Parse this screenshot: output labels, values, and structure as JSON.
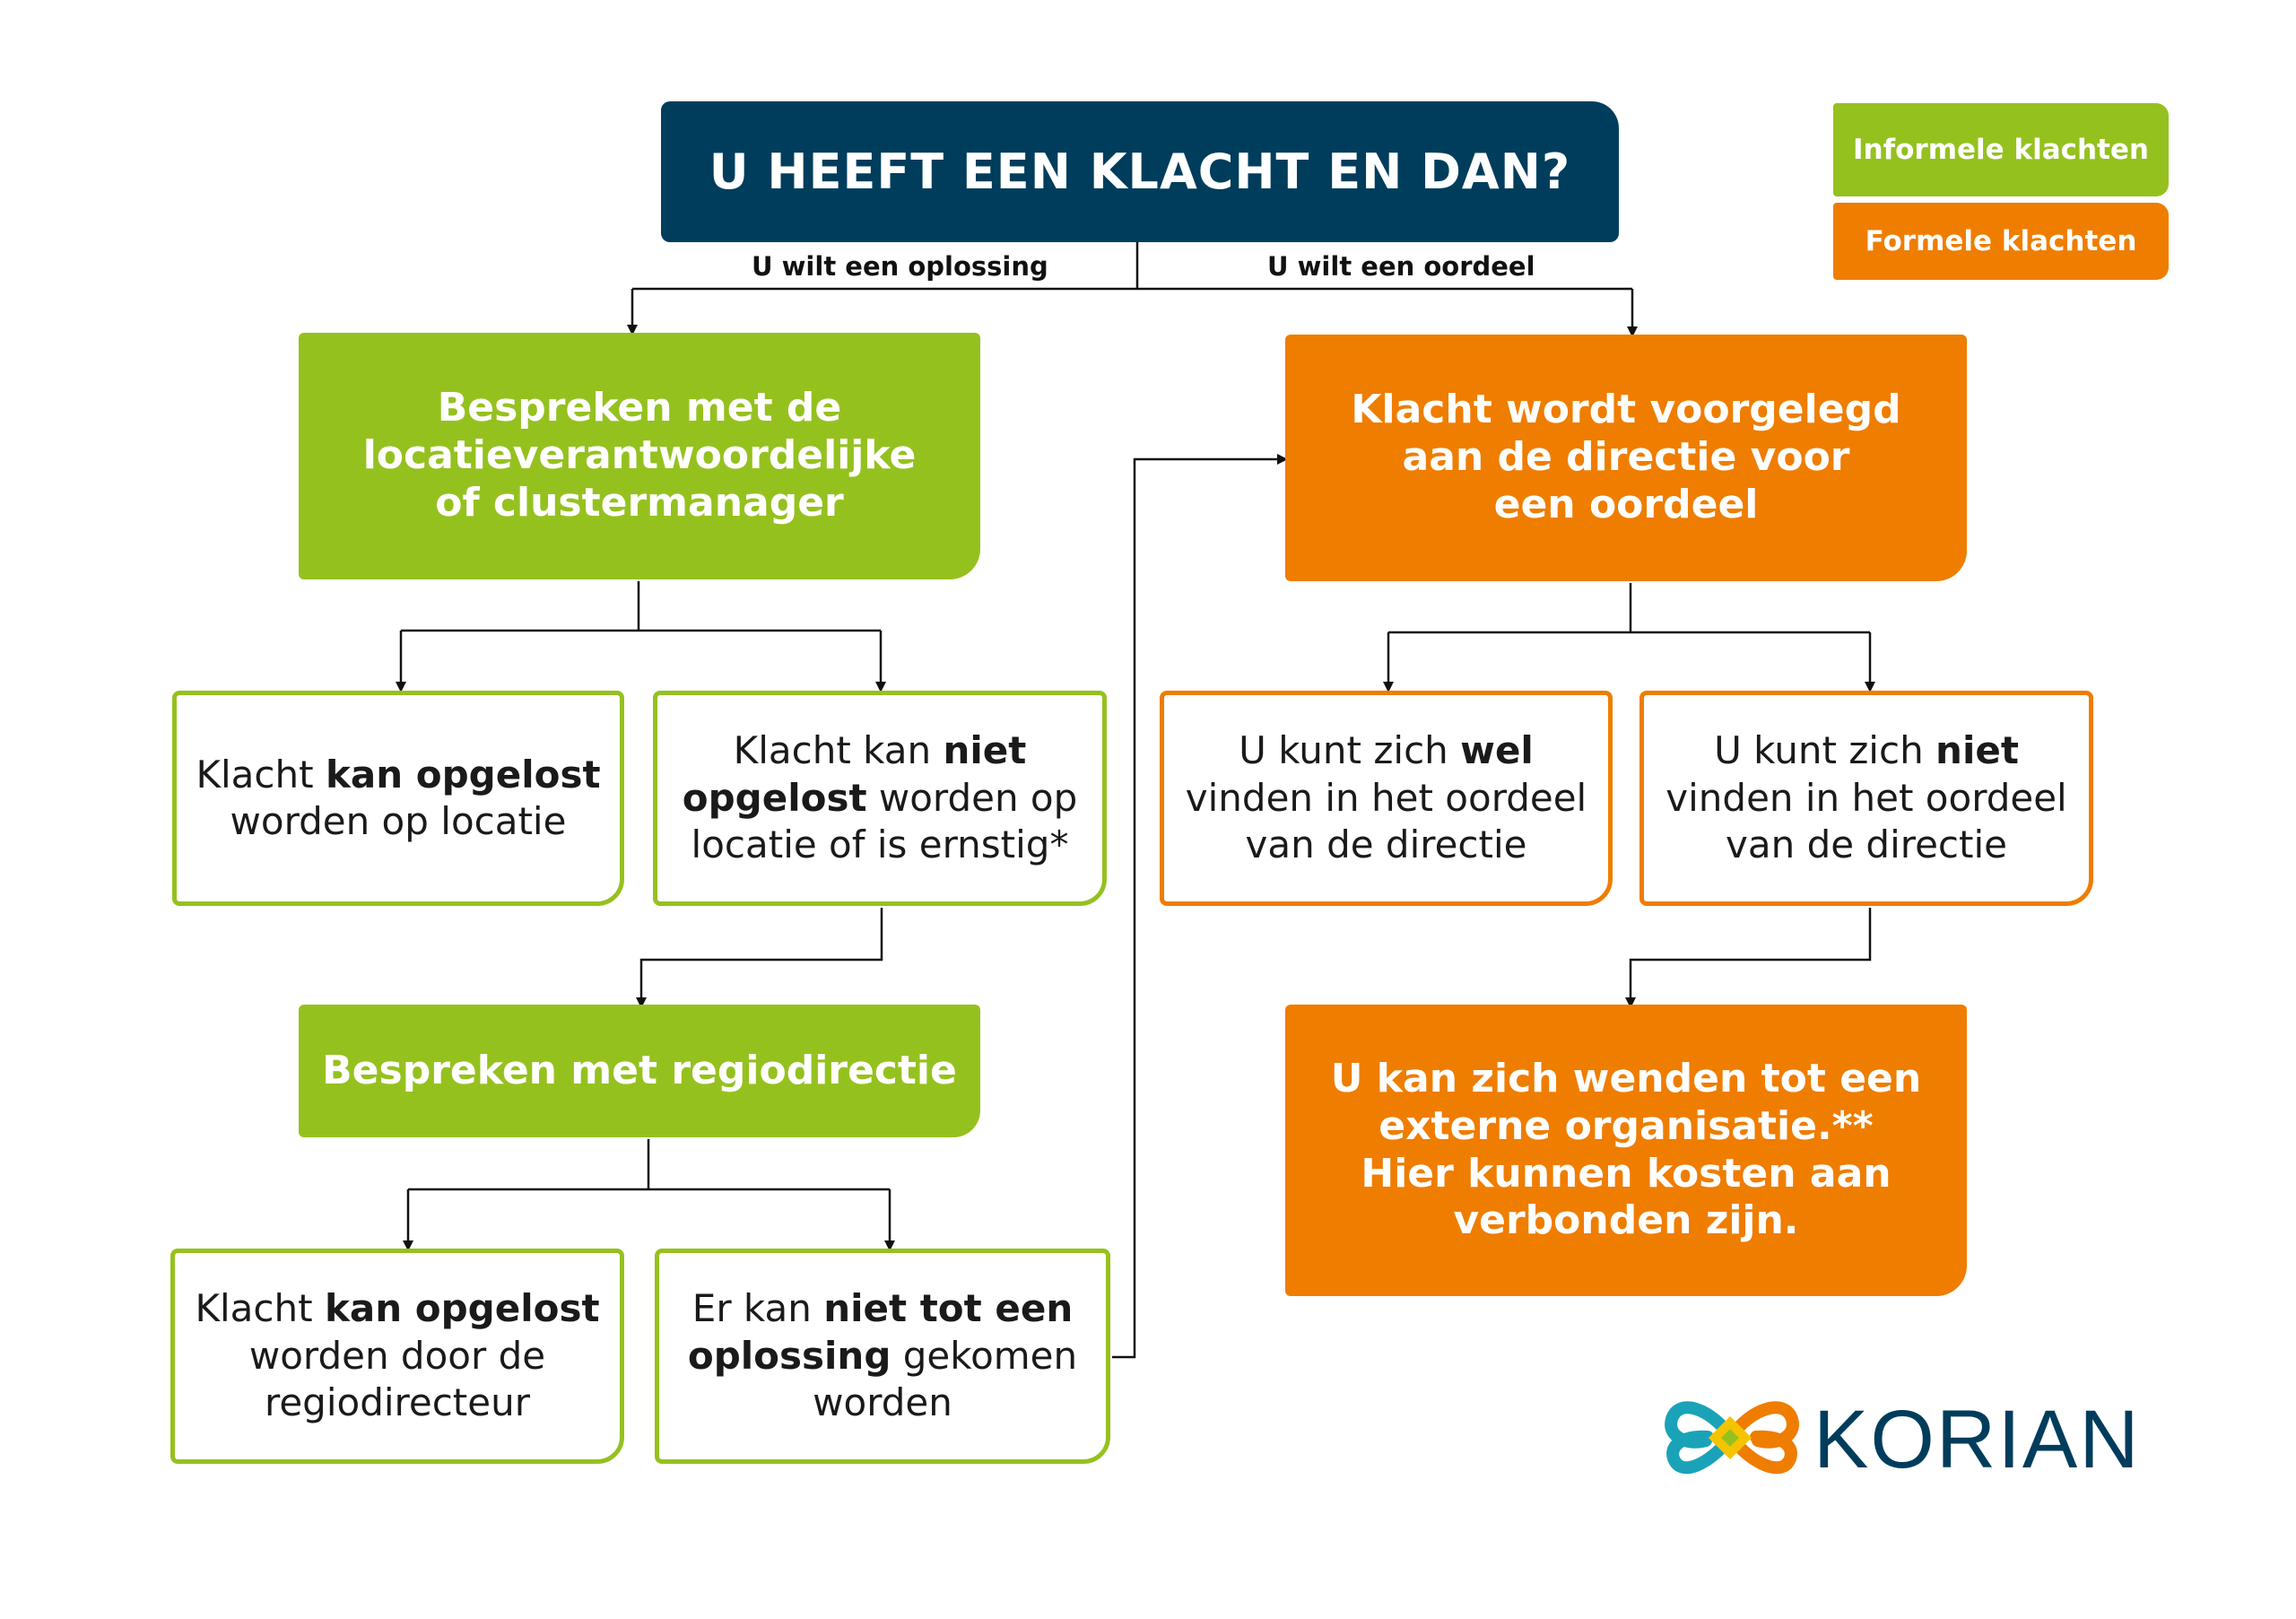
{
  "title": "U HEEFT EEN KLACHT EN DAN?",
  "legend": {
    "informal": "Informele klachten",
    "formal": "Formele klachten"
  },
  "edge_labels": {
    "left": "U wilt een oplossing",
    "right": "U wilt een oordeel"
  },
  "left": {
    "main": [
      "Bespreken met de",
      "locatieverantwoordelijke",
      "of clustermanager"
    ],
    "solved": {
      "l1a": "Klacht ",
      "l1b": "kan opgelost",
      "l2": "worden op locatie"
    },
    "not_solved": {
      "l1a": "Klacht kan ",
      "l1b": "niet",
      "l2a": "opgelost",
      "l2b": " worden op",
      "l3": "locatie of is ernstig*"
    },
    "region": "Bespreken met regiodirectie",
    "region_solved": {
      "l1a": "Klacht ",
      "l1b": "kan opgelost",
      "l2": "worden door de",
      "l3": "regiodirecteur"
    },
    "region_not_solved": {
      "l1a": "Er kan ",
      "l1b": "niet tot een",
      "l2a": "oplossing",
      "l2b": " gekomen",
      "l3": "worden"
    }
  },
  "right": {
    "main": [
      "Klacht wordt voorgelegd",
      "aan de directie voor",
      "een oordeel"
    ],
    "agree": {
      "l1a": "U kunt zich ",
      "l1b": "wel",
      "l2": "vinden in het oordeel",
      "l3": "van de directie"
    },
    "disagree": {
      "l1a": "U kunt zich ",
      "l1b": "niet",
      "l2": "vinden in het oordeel",
      "l3": "van de directie"
    },
    "external": [
      "U kan zich wenden tot een",
      "externe organisatie.**",
      "Hier kunnen kosten aan",
      "verbonden zijn."
    ]
  },
  "logo": {
    "text": "KORIAN"
  },
  "colors": {
    "navy": "#003d5c",
    "green": "#95c11f",
    "orange": "#ef7d00"
  }
}
